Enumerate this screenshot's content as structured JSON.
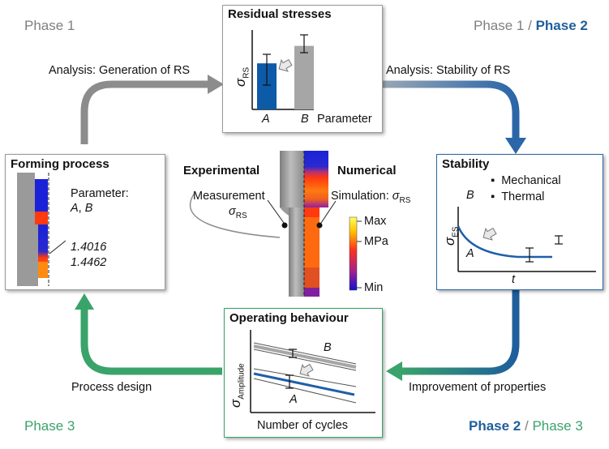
{
  "phases": {
    "top_left": "Phase 1",
    "top_right_part1": "Phase 1",
    "top_right_sep": " / ",
    "top_right_part2": "Phase 2",
    "bottom_left": "Phase 3",
    "bottom_right_part1": "Phase 2",
    "bottom_right_sep": " / ",
    "bottom_right_part2": "Phase 3"
  },
  "arrows": {
    "top_left": "Analysis: Generation of RS",
    "top_right": "Analysis: Stability of RS",
    "bottom_right": "Improvement of properties",
    "bottom_left": "Process design"
  },
  "residual": {
    "title": "Residual stresses",
    "y_sym": "σ",
    "y_sub": "RS",
    "cat_a": "A",
    "cat_b": "B",
    "x_label": "Parameter",
    "bar_a_rel": 0.58,
    "bar_b_rel": 0.8
  },
  "forming": {
    "title": "Forming process",
    "param_label": "Parameter:",
    "param_a": "A",
    "param_sep": ", ",
    "param_b": "B",
    "material_1": "1.4016",
    "material_2": "1.4462"
  },
  "stability": {
    "title": "Stability",
    "items": [
      "Mechanical",
      "Thermal"
    ],
    "label_b": "B",
    "label_a": "A",
    "y_sym": "σ",
    "y_sub": "ES",
    "x_label": "t"
  },
  "operating": {
    "title": "Operating behaviour",
    "y_sym": "σ",
    "y_sub": "Amplitude",
    "label_b": "B",
    "label_a": "A",
    "x_label": "Number of cycles"
  },
  "center": {
    "experimental": "Experimental",
    "numerical": "Numerical",
    "measurement": "Measurement",
    "meas_sym": "σ",
    "meas_sub": "RS",
    "simulation": "Simulation: ",
    "sim_sym": "σ",
    "sim_sub": "RS",
    "scale_max": "Max",
    "scale_unit": "MPa",
    "scale_min": "Min"
  },
  "colors": {
    "phase1_gray": "#7f7f7f",
    "phase2_blue": "#1f5e9c",
    "phase3_green": "#3aa36a",
    "bar_blue": "#0d5aa7",
    "bar_gray": "#a6a6a6",
    "curve_blue": "#1f5fa8"
  }
}
